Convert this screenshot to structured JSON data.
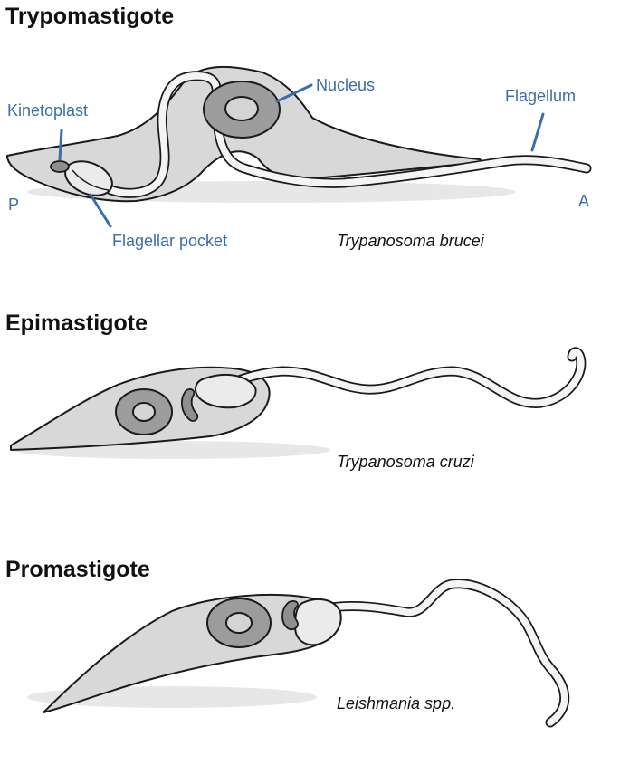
{
  "colors": {
    "label_blue": "#3a6ea8",
    "cell_fill": "#d8d8d8",
    "nucleus_fill": "#9c9c9c",
    "outline": "#1a1a1a",
    "flagellum_fill": "#f4f4f4"
  },
  "panels": [
    {
      "stage": "Trypomastigote",
      "species": "Trypanosoma brucei",
      "labels": {
        "kinetoplast": "Kinetoplast",
        "nucleus": "Nucleus",
        "flagellum": "Flagellum",
        "flagellar_pocket": "Flagellar pocket",
        "posterior": "P",
        "anterior": "A"
      }
    },
    {
      "stage": "Epimastigote",
      "species": "Trypanosoma cruzi"
    },
    {
      "stage": "Promastigote",
      "species": "Leishmania spp."
    }
  ]
}
